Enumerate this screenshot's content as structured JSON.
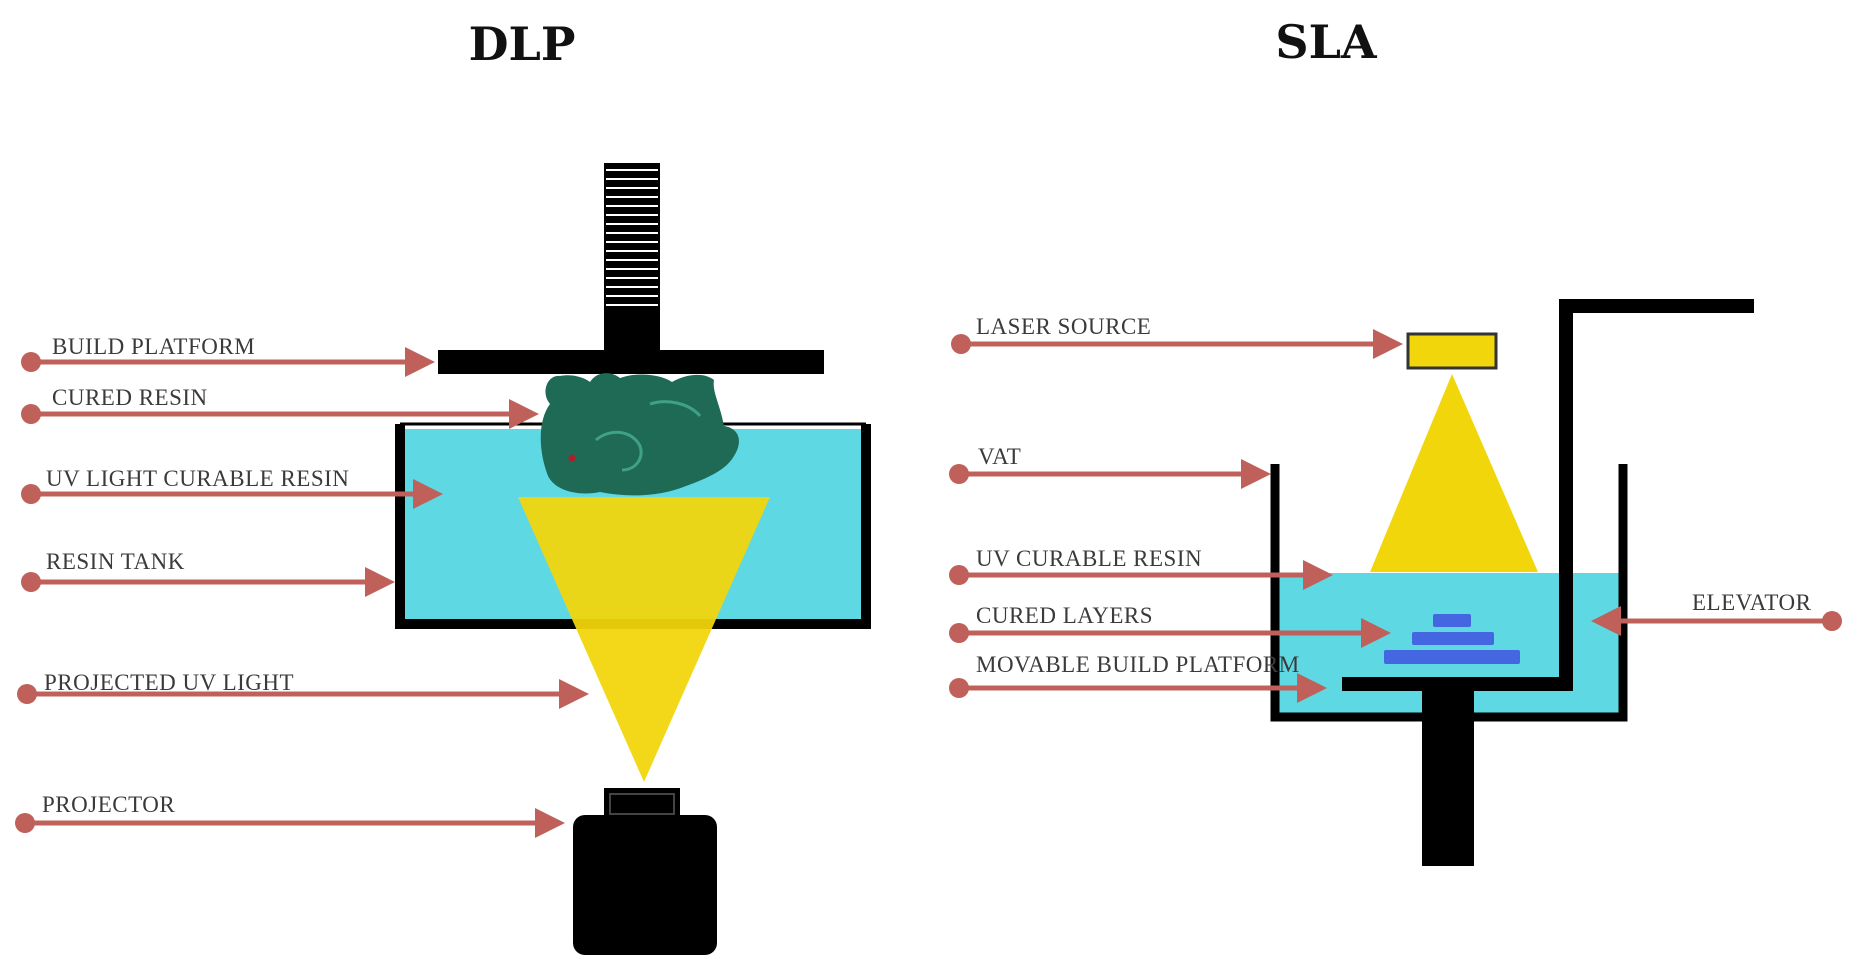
{
  "titles": {
    "dlp": "DLP",
    "sla": "SLA"
  },
  "dlp_labels": {
    "build_platform": "BUILD PLATFORM",
    "cured_resin": "CURED RESIN",
    "uv_light_curable_resin": "UV LIGHT CURABLE RESIN",
    "resin_tank": "RESIN TANK",
    "projected_uv_light": "PROJECTED UV LIGHT",
    "projector": "PROJECTOR"
  },
  "sla_labels": {
    "laser_source": "LASER SOURCE",
    "vat": "VAT",
    "uv_curable_resin": "UV CURABLE RESIN",
    "cured_layers": "CURED LAYERS",
    "movable_build_platform": "MOVABLE BUILD PLATFORM",
    "elevator": "ELEVATOR"
  },
  "colors": {
    "arrow": "#c0605a",
    "resin": "#5ed8e2",
    "light": "#f2d60c",
    "cured_model": "#1f6a55",
    "cured_layers": "#4466e0",
    "structure": "#000000"
  }
}
